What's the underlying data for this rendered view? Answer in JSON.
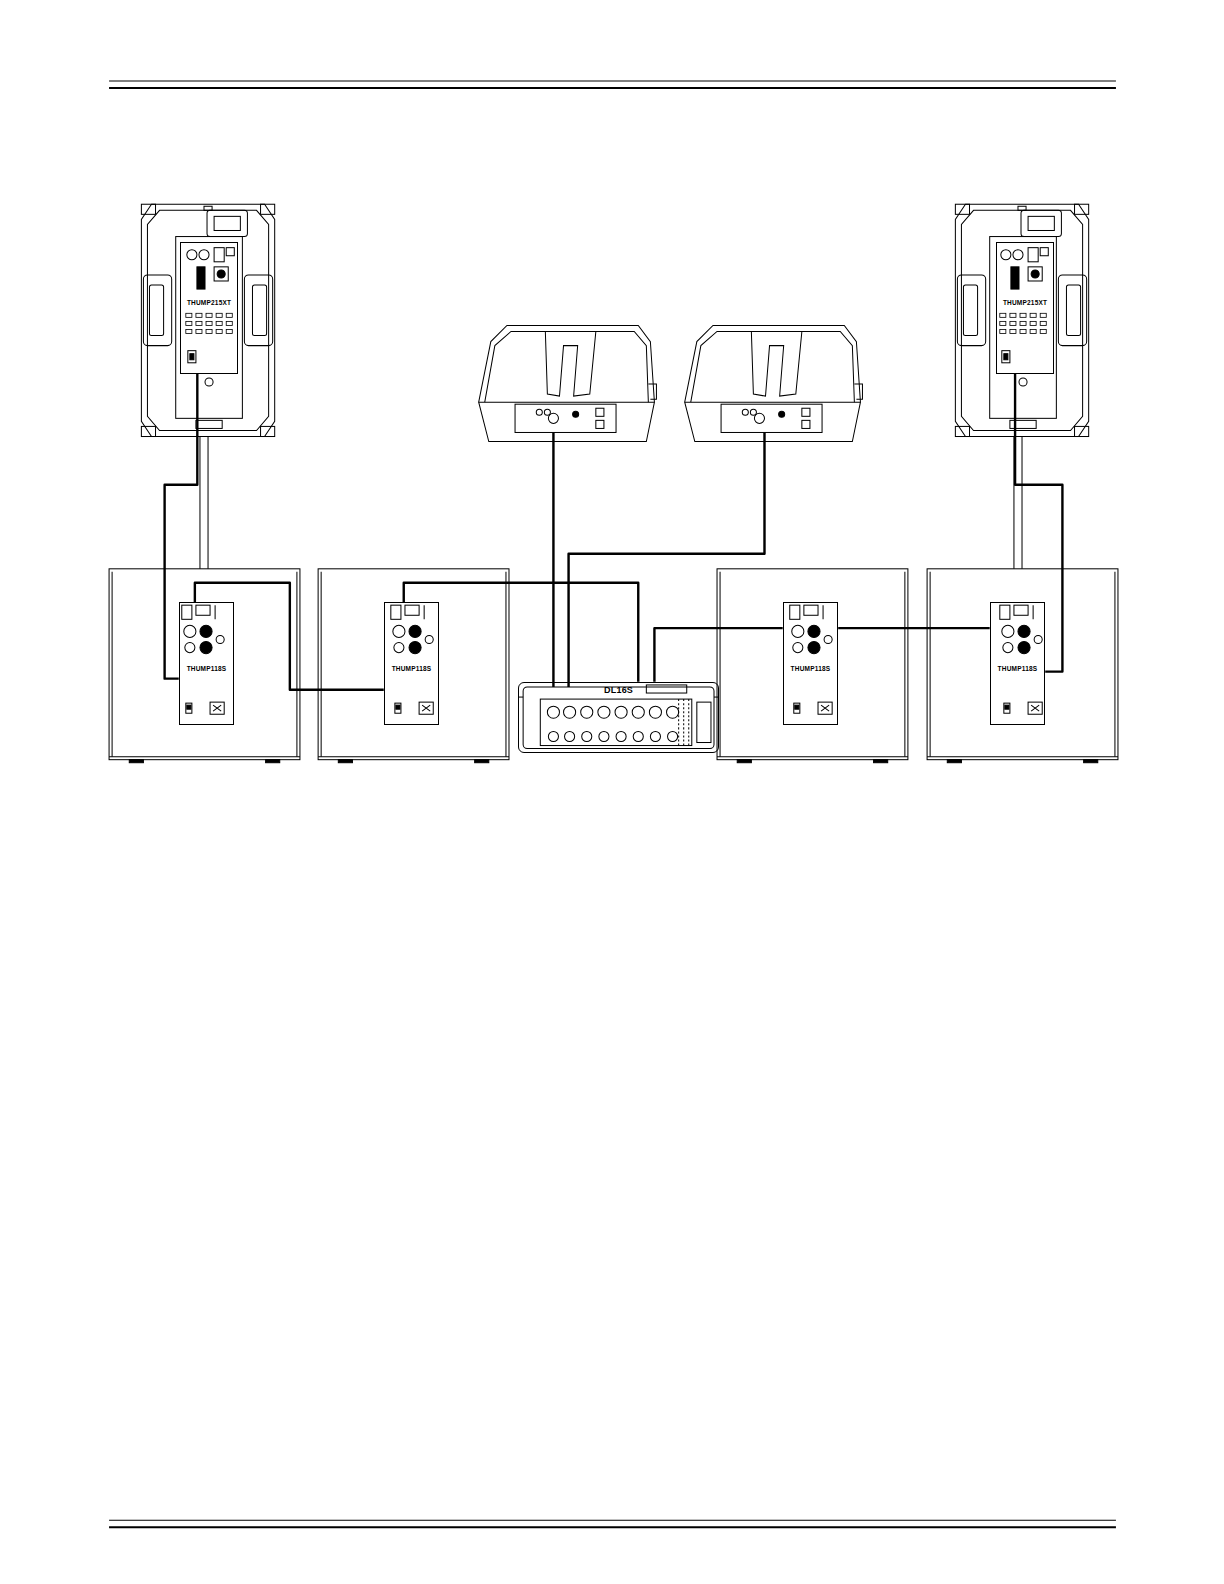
{
  "diagram": {
    "nodes": [
      {
        "text": [
          "THUMP215XT"
        ]
      },
      {
        "text": [
          "THUMP215XT"
        ]
      },
      {
        "text": [
          "THUMP118S"
        ]
      },
      {
        "text": [
          "THUMP118S"
        ]
      },
      {
        "text": [
          "DL16S"
        ]
      },
      {
        "text": [
          "THUMP118S"
        ]
      },
      {
        "text": [
          "THUMP118S"
        ]
      }
    ],
    "edges": [
      {
        "from": 4,
        "to": 3,
        "arrow": "none"
      },
      {
        "from": 3,
        "to": 2,
        "arrow": "none"
      },
      {
        "from": 2,
        "to": 0,
        "arrow": "none"
      },
      {
        "from": 4,
        "to": 5,
        "arrow": "none"
      },
      {
        "from": 5,
        "to": 6,
        "arrow": "none"
      },
      {
        "from": 6,
        "to": 1,
        "arrow": "none"
      }
    ]
  }
}
